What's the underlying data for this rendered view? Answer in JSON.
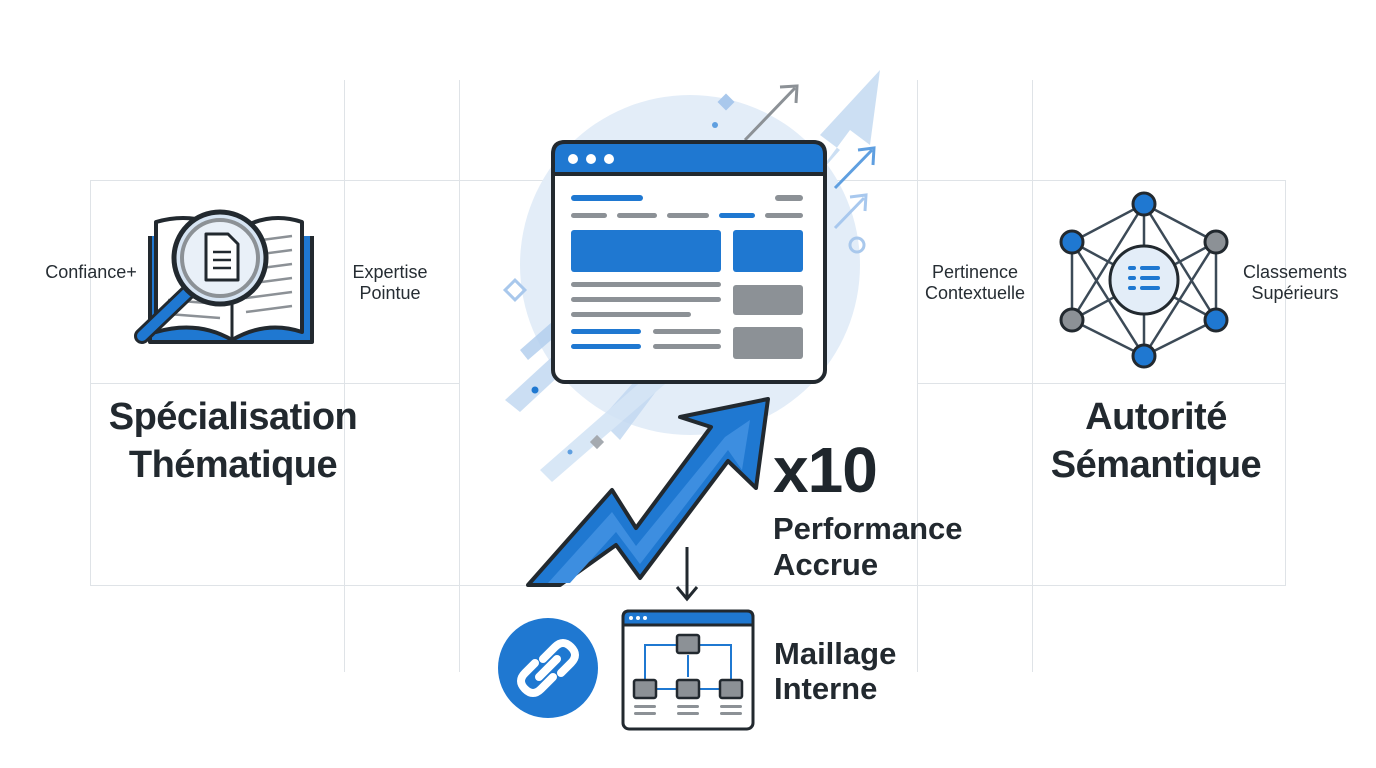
{
  "left": {
    "label_a": "Confiance+",
    "label_b_line1": "Expertise",
    "label_b_line2": "Pointue",
    "title_line1": "Spécialisation",
    "title_line2": "Thématique",
    "icon": "book-magnifier-icon"
  },
  "right": {
    "label_a_line1": "Pertinence",
    "label_a_line2": "Contextuelle",
    "label_b_line1": "Classements",
    "label_b_line2": "Supérieurs",
    "title_line1": "Autorité",
    "title_line2": "Sémantique",
    "icon": "semantic-network-icon"
  },
  "center": {
    "multiplier": "x10",
    "perf_line1": "Performance",
    "perf_line2": "Accrue",
    "icon": "browser-window-icon",
    "arrow_icon": "growth-arrow-icon"
  },
  "bottom": {
    "title_line1": "Maillage",
    "title_line2": "Interne",
    "link_icon": "link-chain-icon",
    "site_icon": "site-structure-icon"
  },
  "colors": {
    "accent": "#1f78d1",
    "dark": "#22292f",
    "gray": "#8c9196",
    "light_blue": "#dbe8f6"
  }
}
